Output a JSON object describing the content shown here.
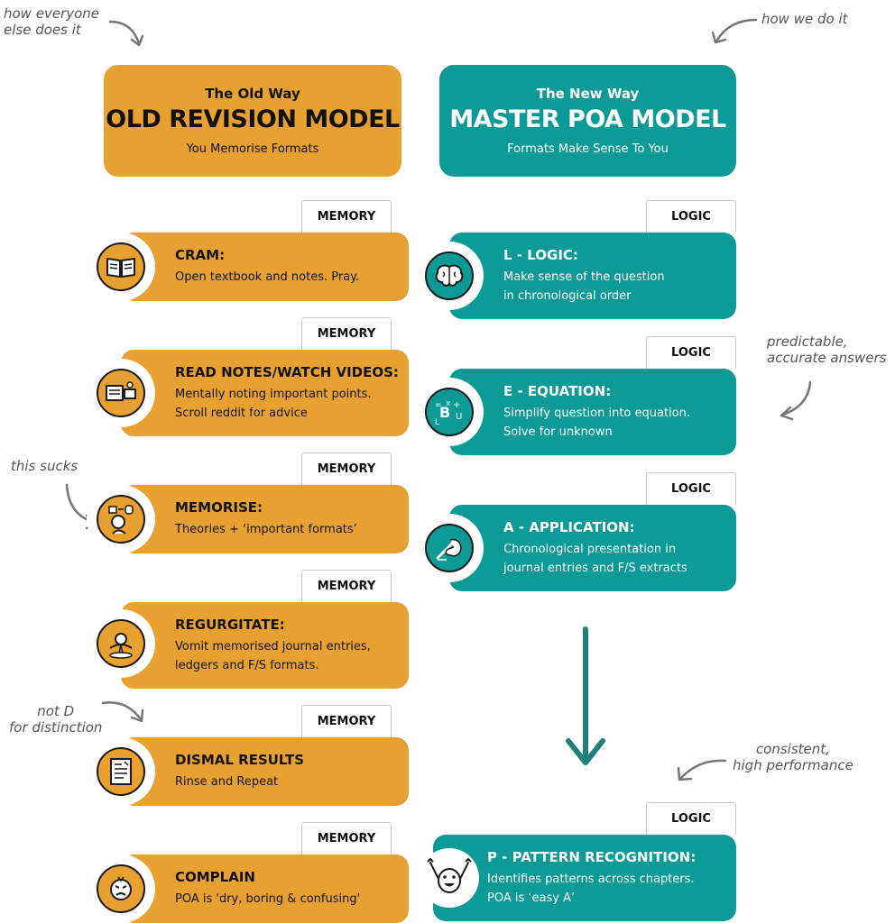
{
  "notes": {
    "everyone": "how everyone\nelse does it",
    "we": "how we do it",
    "predictable": "predictable,\naccurate answers",
    "sucks": "this sucks",
    "notd": "not D\nfor distinction",
    "consistent": "consistent,\nhigh performance"
  },
  "old": {
    "subtitle": "The Old Way",
    "title": "OLD REVISION MODEL",
    "caption": "You Memorise Formats"
  },
  "new": {
    "subtitle": "The New Way",
    "title": "MASTER POA MODEL",
    "caption": "Formats Make Sense To You"
  },
  "tags": {
    "memory": "MEMORY",
    "logic": "LOGIC"
  },
  "old_steps": [
    {
      "title": "CRAM:",
      "line1": "Open textbook and notes. Pray.",
      "line2": "",
      "icon": "book-icon"
    },
    {
      "title": "READ NOTES/WATCH VIDEOS:",
      "line1": "Mentally noting important points.",
      "line2": "Scroll reddit for advice",
      "icon": "notes-laptop-icon"
    },
    {
      "title": "MEMORISE:",
      "line1": "Theories + ‘important formats’",
      "line2": "",
      "icon": "person-thinking-icon"
    },
    {
      "title": "REGURGITATE:",
      "line1": "Vomit memorised journal entries,",
      "line2": "ledgers and F/S formats.",
      "icon": "person-vomit-icon"
    },
    {
      "title": "DISMAL RESULTS",
      "line1": "Rinse and Repeat",
      "line2": "",
      "icon": "report-card-icon"
    },
    {
      "title": "COMPLAIN",
      "line1": "POA is 'dry, boring & confusing'",
      "line2": "",
      "icon": "angry-face-icon"
    }
  ],
  "new_steps": [
    {
      "title": "L - LOGIC:",
      "line1": "Make sense of the question",
      "line2": "in chronological order",
      "icon": "brain-icon"
    },
    {
      "title": "E - EQUATION:",
      "line1": "Simplify question into equation.",
      "line2": "Solve for unknown",
      "icon": "equation-icon"
    },
    {
      "title": "A - APPLICATION:",
      "line1": "Chronological presentation in",
      "line2": "journal entries and F/S extracts",
      "icon": "hand-writing-icon"
    },
    {
      "title": "P - PATTERN RECOGNITION:",
      "line1": "Identifies patterns across chapters.",
      "line2": "POA is  ‘easy A’",
      "icon": "happy-person-icon"
    }
  ],
  "colors": {
    "orange": "#E8A130",
    "teal": "#0C9A97",
    "arrow": "#1F7F7A"
  }
}
